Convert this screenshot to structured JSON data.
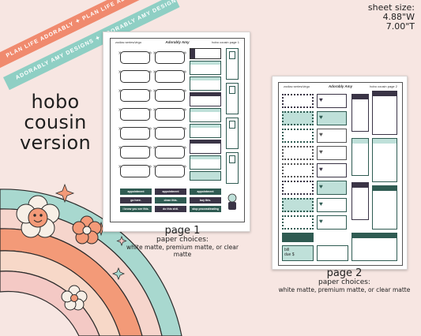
{
  "ribbons": {
    "top": "PLAN LIFE ADORABLY ✦ PLAN LIFE ADORABLY ✦ PLAN LIFE ADORABLY",
    "bottom": "ADORABLY AMY DESIGNS ✦ ADORABLY AMY DESIGNS ✦ ADORABLY AMY DESIGNS"
  },
  "sheet_size": {
    "label": "sheet size:",
    "width": "4.88\"W",
    "height": "7.00\"T"
  },
  "title": {
    "line1": "hobo",
    "line2": "cousin",
    "line3": "version"
  },
  "page1": {
    "header_left": "zodiac series/virgo",
    "header_center": "Adorably Amy",
    "header_right": "hobo cousin page 1",
    "labels": [
      "appointment",
      "appointment",
      "go here.",
      "clean this.",
      "buy this.",
      "i know you see this.",
      "do this shit.",
      "stop procrastinating"
    ],
    "caption_page": "page 1",
    "caption_paper": "paper choices:",
    "caption_options": "white matte, premium matte, or clear matte"
  },
  "page2": {
    "header_left": "zodiac series/virgo",
    "header_center": "Adorably Amy",
    "header_right": "hobo cousin page 2",
    "bill_label": "bill",
    "due_label": "due $",
    "caption_page": "page 2",
    "caption_paper": "paper choices:",
    "caption_options": "white matte, premium matte, or clear matte"
  },
  "colors": {
    "coral": "#f08a6e",
    "mint": "#8fcfc4",
    "dark_teal": "#2f5b52",
    "purple": "#3a3446",
    "soft_teal": "#bfe0d9"
  }
}
